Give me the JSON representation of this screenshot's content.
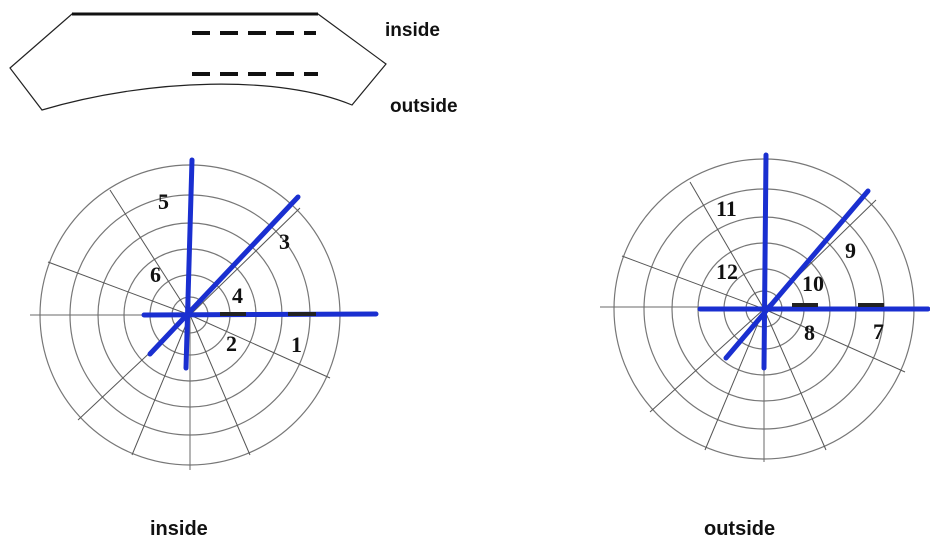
{
  "top_shape": {
    "label_inside": "inside",
    "label_outside": "outside"
  },
  "left_rosette": {
    "caption": "inside",
    "gauges": [
      "1",
      "2",
      "3",
      "4",
      "5",
      "6"
    ]
  },
  "right_rosette": {
    "caption": "outside",
    "gauges": [
      "7",
      "8",
      "9",
      "10",
      "11",
      "12"
    ]
  },
  "colors": {
    "axis_blue": "#1a2fd0",
    "grid": "#777777",
    "gauge_mark": "#222222"
  }
}
